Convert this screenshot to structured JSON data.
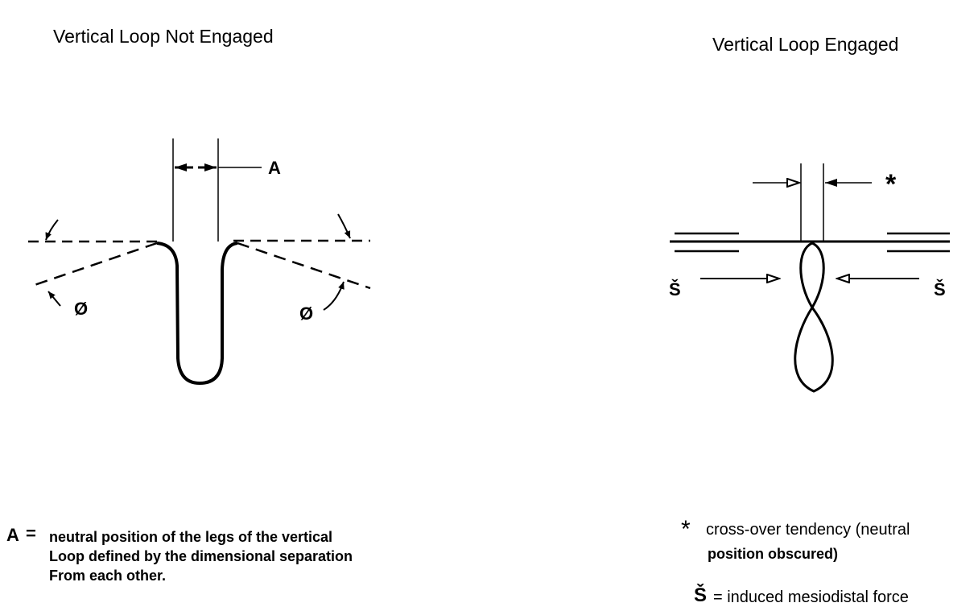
{
  "left_panel": {
    "title": "Vertical Loop Not Engaged",
    "label_a": "A",
    "label_phi_left": "Ø",
    "label_phi_right": "Ø"
  },
  "right_panel": {
    "title": "Vertical Loop Engaged",
    "label_star": "*",
    "label_s_left": "Š",
    "label_s_right": "Š"
  },
  "notes": {
    "a_key": "A",
    "a_eq": "=",
    "a_line1": "neutral position of the legs of the vertical",
    "a_line2": "Loop defined by the dimensional separation",
    "a_line3": "From each other.",
    "star_symbol": "*",
    "star_line1": "cross-over tendency (neutral",
    "star_line2": "position obscured)",
    "s_key": "Š",
    "s_text": "= induced mesiodistal force"
  }
}
